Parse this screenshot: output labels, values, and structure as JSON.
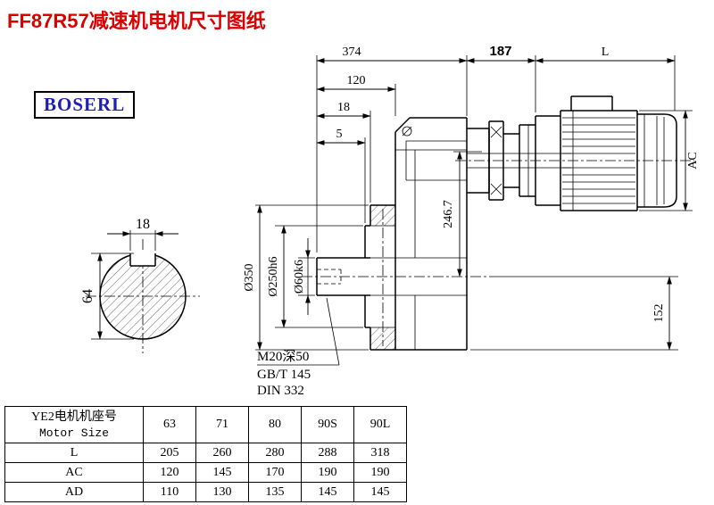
{
  "page": {
    "title": "FF87R57减速机电机尺寸图纸",
    "brand": "BOSERL"
  },
  "drawing": {
    "dims": {
      "overall_374": "374",
      "adapter_187": "187",
      "motor_L": "L",
      "step_120": "120",
      "step_18": "18",
      "step_5": "5",
      "motor_ac": "AC",
      "height_2467": "246.7",
      "side_152": "152",
      "flange_dia": "Ø350",
      "spigot_dia": "Ø250h6",
      "shaft_dia": "Ø60k6",
      "key_width": "18",
      "key_height": "64"
    },
    "notes": {
      "tap_hole": "M20深50",
      "standard_1": "GB/T 145",
      "standard_2": "DIN 332"
    }
  },
  "table": {
    "header_cn": "YE2电机机座号",
    "header_en": "Motor Size",
    "columns": [
      "63",
      "71",
      "80",
      "90S",
      "90L"
    ],
    "rows": [
      {
        "label": "L",
        "values": [
          "205",
          "260",
          "280",
          "288",
          "318"
        ]
      },
      {
        "label": "AC",
        "values": [
          "120",
          "145",
          "170",
          "190",
          "190"
        ]
      },
      {
        "label": "AD",
        "values": [
          "110",
          "130",
          "135",
          "145",
          "145"
        ]
      }
    ]
  }
}
